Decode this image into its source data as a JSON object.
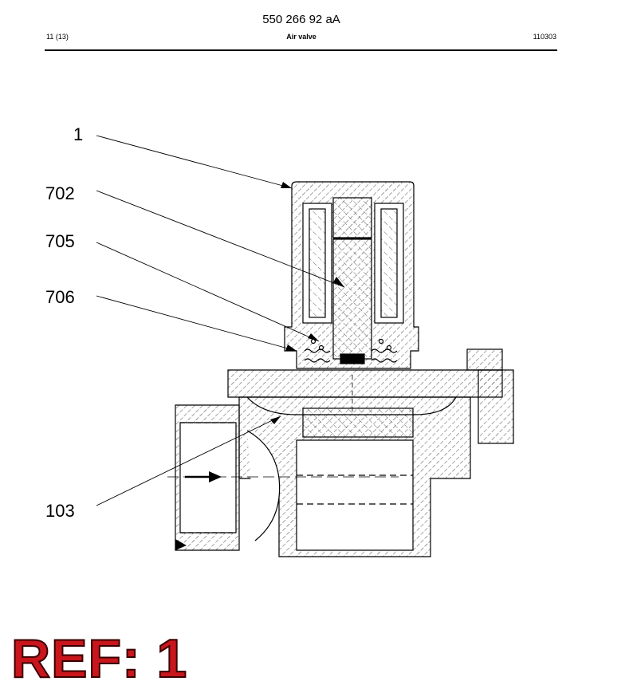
{
  "header": {
    "doc_number": "550 266 92 aA",
    "page": "11 (13)",
    "title": "Air valve",
    "date": "110303"
  },
  "drawing": {
    "callouts": [
      "1",
      "702",
      "705",
      "706",
      "103"
    ]
  },
  "stamp": {
    "text": "REF: 1",
    "color": "#c8161c"
  }
}
